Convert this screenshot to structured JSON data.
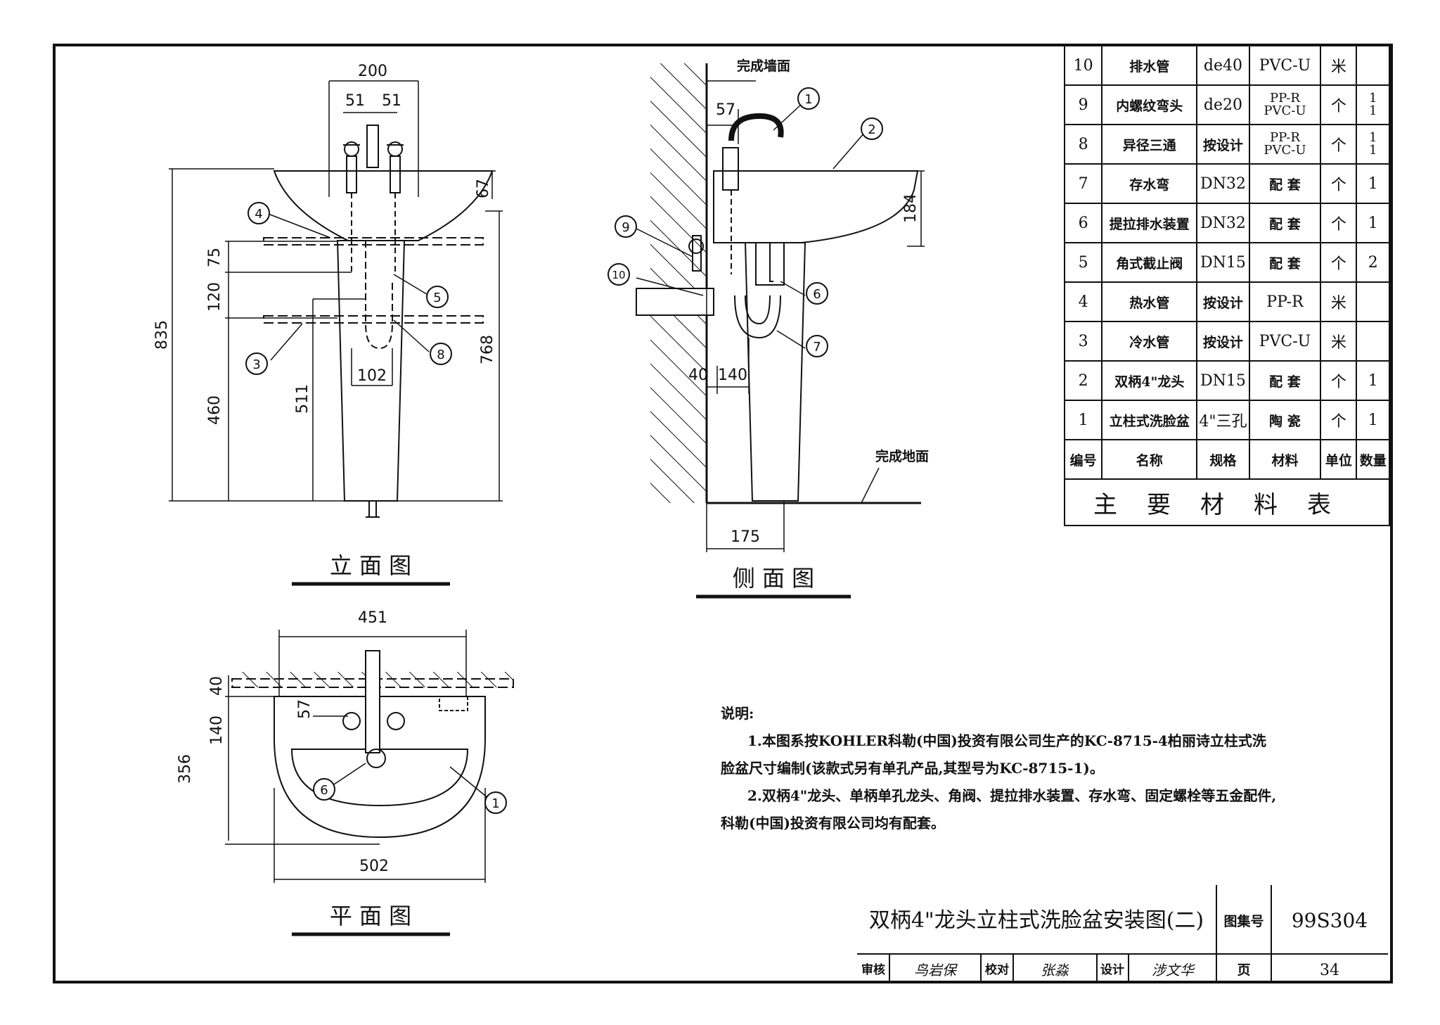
{
  "drawing_title": "双柄4\"龙头立柱式洗脸盆安装图(二)",
  "atlas_label": "图集号",
  "atlas_no": "99S304",
  "page_label": "页",
  "page_no": "34",
  "signatures": {
    "review_label": "审核",
    "review_sign": "鸟岩保",
    "check_label": "校对",
    "check_sign": "张淼",
    "design_label": "设计",
    "design_sign": "涉文华"
  },
  "views": {
    "elevation": "立 面 图",
    "side": "侧 面 图",
    "plan": "平 面 图"
  },
  "labels": {
    "wall": "完成墙面",
    "floor": "完成地面"
  },
  "elev_dims": {
    "d200": "200",
    "d51a": "51",
    "d51b": "51",
    "d67": "67",
    "d75": "75",
    "d120": "120",
    "d835": "835",
    "d460": "460",
    "d511": "511",
    "d102": "102",
    "d768": "768"
  },
  "side_dims": {
    "d57": "57",
    "d184": "184",
    "d40": "40",
    "d140": "140",
    "d175": "175"
  },
  "plan_dims": {
    "d451": "451",
    "d40": "40",
    "d57": "57",
    "d140": "140",
    "d356": "356",
    "d502": "502"
  },
  "callouts": {
    "c1": "1",
    "c2": "2",
    "c3": "3",
    "c4": "4",
    "c5": "5",
    "c6": "6",
    "c7": "7",
    "c8": "8",
    "c9": "9",
    "c10": "10"
  },
  "material_table": {
    "title": "主要材料表",
    "header": {
      "no": "编号",
      "name": "名称",
      "spec": "规格",
      "material": "材料",
      "unit": "单位",
      "qty": "数量"
    },
    "rows": [
      {
        "no": "10",
        "name": "排水管",
        "spec": "de40",
        "material": "PVC-U",
        "unit": "米",
        "qty": ""
      },
      {
        "no": "9",
        "name": "内螺纹弯头",
        "spec": "de20",
        "material": "PP-R\nPVC-U",
        "unit": "个",
        "qty": "1\n1"
      },
      {
        "no": "8",
        "name": "异径三通",
        "spec": "按设计",
        "material": "PP-R\nPVC-U",
        "unit": "个",
        "qty": "1\n1"
      },
      {
        "no": "7",
        "name": "存水弯",
        "spec": "DN32",
        "material": "配 套",
        "unit": "个",
        "qty": "1"
      },
      {
        "no": "6",
        "name": "提拉排水装置",
        "spec": "DN32",
        "material": "配 套",
        "unit": "个",
        "qty": "1"
      },
      {
        "no": "5",
        "name": "角式截止阀",
        "spec": "DN15",
        "material": "配 套",
        "unit": "个",
        "qty": "2"
      },
      {
        "no": "4",
        "name": "热水管",
        "spec": "按设计",
        "material": "PP-R",
        "unit": "米",
        "qty": ""
      },
      {
        "no": "3",
        "name": "冷水管",
        "spec": "按设计",
        "material": "PVC-U",
        "unit": "米",
        "qty": ""
      },
      {
        "no": "2",
        "name": "双柄4\"龙头",
        "spec": "DN15",
        "material": "配 套",
        "unit": "个",
        "qty": "1"
      },
      {
        "no": "1",
        "name": "立柱式洗脸盆",
        "spec": "4\"三孔",
        "material": "陶 瓷",
        "unit": "个",
        "qty": "1"
      }
    ]
  },
  "notes": {
    "heading": "说明:",
    "line1": "1.本图系按KOHLER科勒(中国)投资有限公司生产的KC-8715-4柏丽诗立柱式洗",
    "line2": "脸盆尺寸编制(该款式另有单孔产品,其型号为KC-8715-1)。",
    "line3": "2.双柄4\"龙头、单柄单孔龙头、角阀、提拉排水装置、存水弯、固定螺栓等五金配件,",
    "line4": "科勒(中国)投资有限公司均有配套。"
  }
}
